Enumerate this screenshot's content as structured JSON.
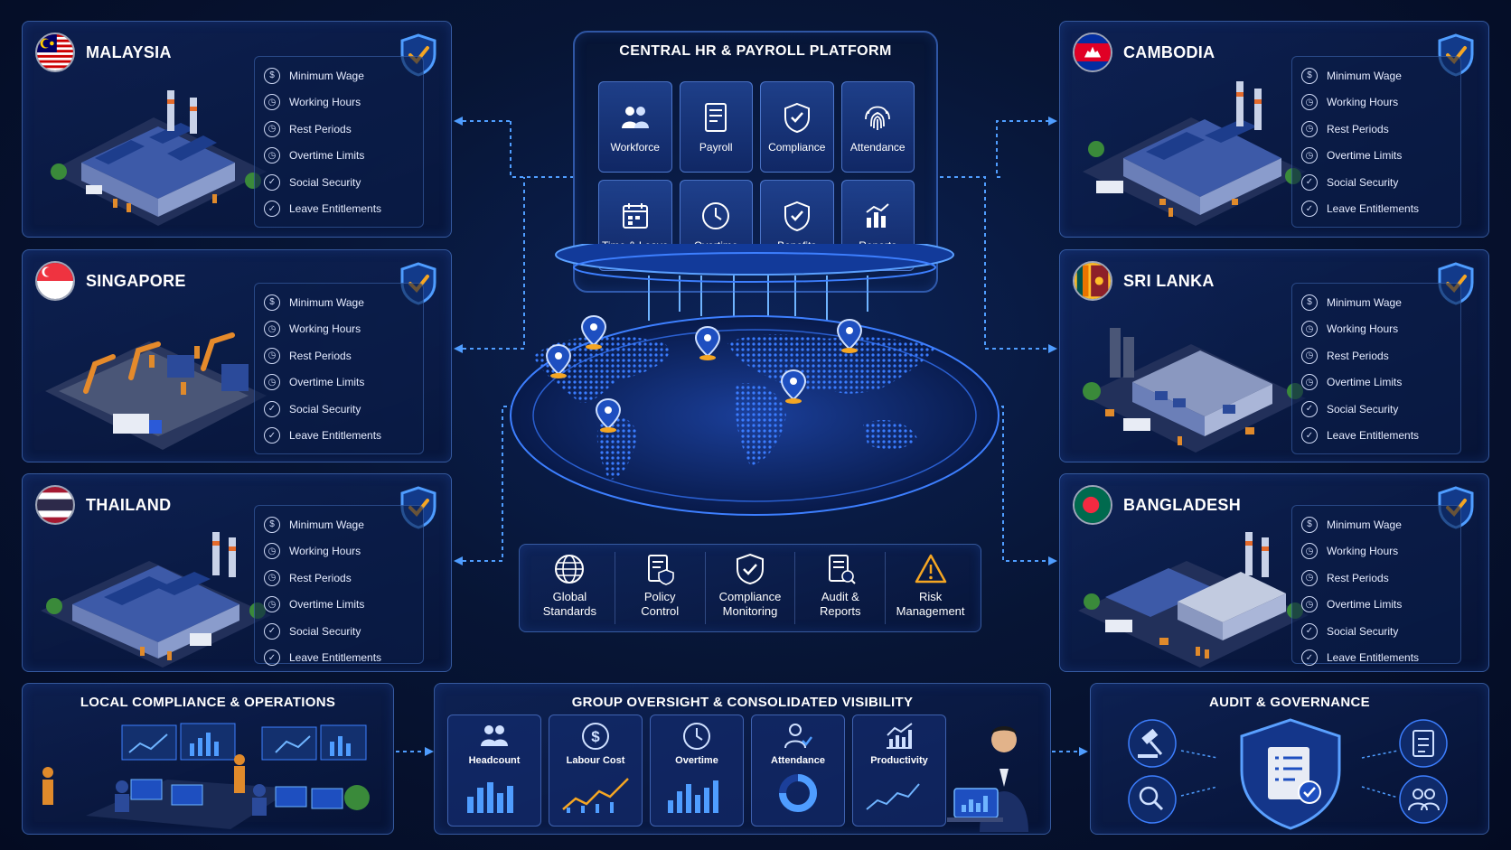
{
  "central": {
    "title": "CENTRAL HR & PAYROLL PLATFORM",
    "modules": [
      {
        "label": "Workforce",
        "icon": "users-icon"
      },
      {
        "label": "Payroll",
        "icon": "document-icon"
      },
      {
        "label": "Compliance",
        "icon": "shield-check-icon"
      },
      {
        "label": "Attendance",
        "icon": "fingerprint-icon"
      },
      {
        "label": "Time & Leave",
        "icon": "calendar-icon"
      },
      {
        "label": "Overtime",
        "icon": "clock-icon"
      },
      {
        "label": "Benefits",
        "icon": "shield-check-icon"
      },
      {
        "label": "Reports",
        "icon": "bar-chart-icon"
      }
    ]
  },
  "rules": [
    "Minimum Wage",
    "Working Hours",
    "Rest Periods",
    "Overtime Limits",
    "Social Security",
    "Leave Entitlements"
  ],
  "countries": [
    {
      "name": "MALAYSIA"
    },
    {
      "name": "SINGAPORE"
    },
    {
      "name": "THAILAND"
    },
    {
      "name": "CAMBODIA"
    },
    {
      "name": "SRI LANKA"
    },
    {
      "name": "BANGLADESH"
    }
  ],
  "pillars": [
    {
      "line1": "Global",
      "line2": "Standards",
      "icon": "globe-icon"
    },
    {
      "line1": "Policy",
      "line2": "Control",
      "icon": "policy-doc-icon"
    },
    {
      "line1": "Compliance",
      "line2": "Monitoring",
      "icon": "shield-check-icon"
    },
    {
      "line1": "Audit &",
      "line2": "Reports",
      "icon": "audit-doc-icon"
    },
    {
      "line1": "Risk",
      "line2": "Management",
      "icon": "warning-icon"
    }
  ],
  "bottom": {
    "local_title": "LOCAL COMPLIANCE & OPERATIONS",
    "group_title": "GROUP OVERSIGHT & CONSOLIDATED VISIBILITY",
    "audit_title": "AUDIT & GOVERNANCE",
    "kpis": [
      {
        "label": "Headcount",
        "icon": "users-icon"
      },
      {
        "label": "Labour Cost",
        "icon": "dollar-icon"
      },
      {
        "label": "Overtime",
        "icon": "clock-icon"
      },
      {
        "label": "Attendance",
        "icon": "user-check-icon"
      },
      {
        "label": "Productivity",
        "icon": "trend-chart-icon"
      }
    ]
  },
  "colors": {
    "accent": "#4f9dff",
    "check": "#f5a623",
    "panel_border": "#5a8ce6"
  }
}
